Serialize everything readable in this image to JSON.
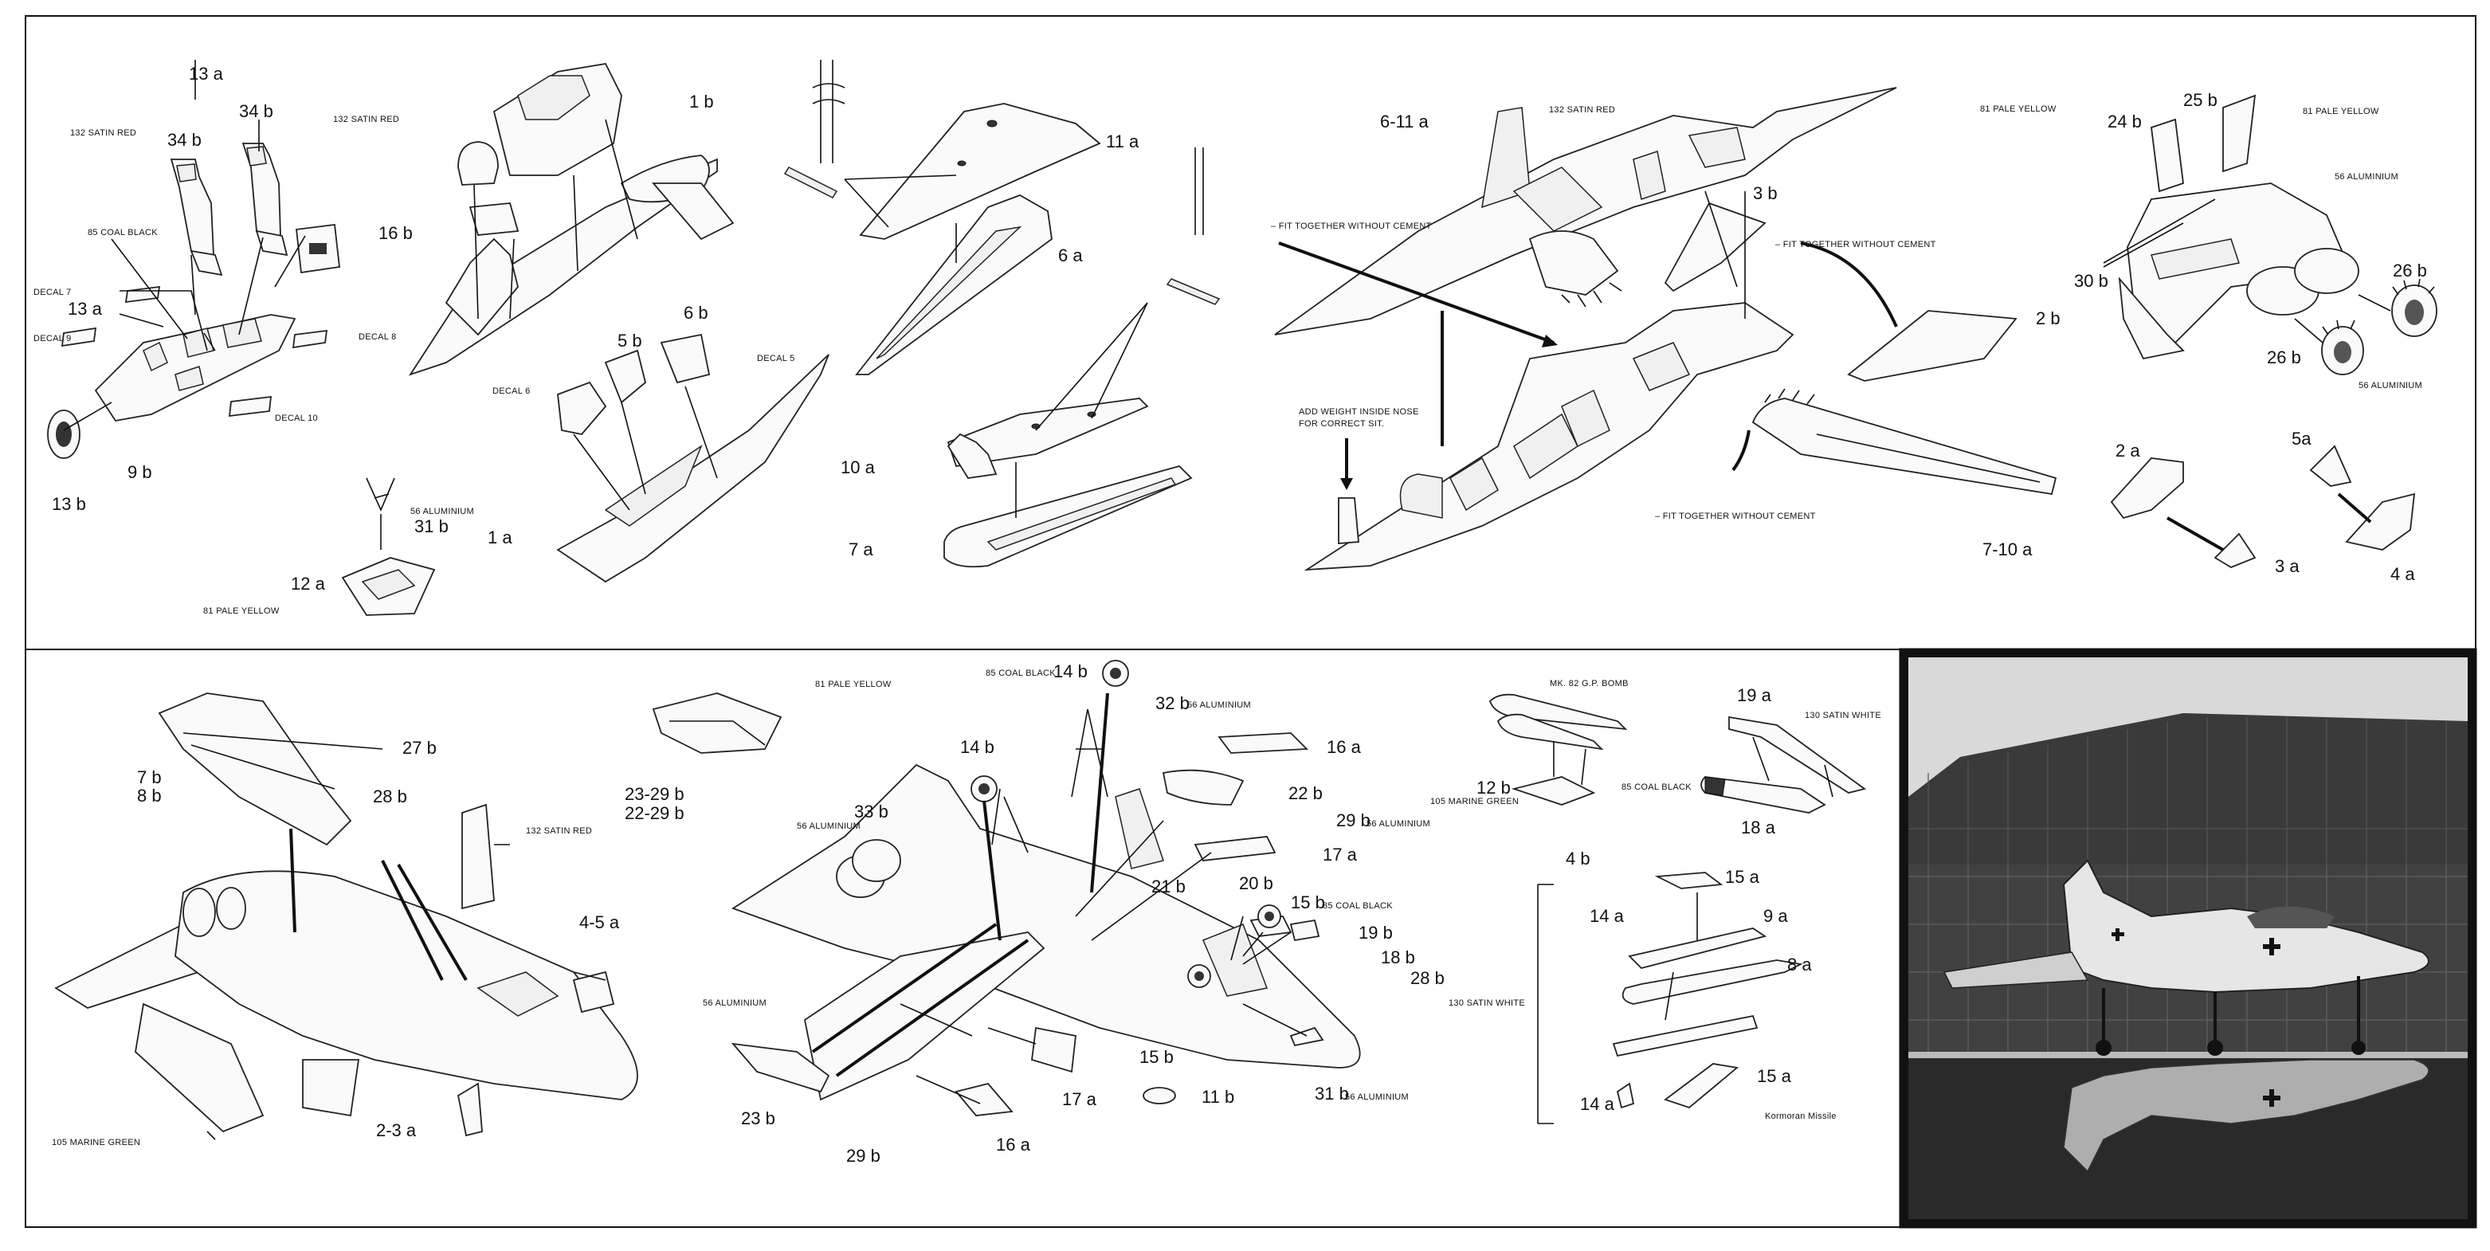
{
  "top_left": {
    "part_13a_top": "13 a",
    "paint_34b": "132 SATIN RED",
    "paint_34b_left": "132 SATIN RED",
    "part_34b_left": "34 b",
    "part_34b_right": "34 b",
    "coal_black": "85 COAL BLACK",
    "part_16b": "16 b",
    "decal_7": "DECAL 7",
    "part_13a_mid": "13 a",
    "decal_9": "DECAL 9",
    "decal_8": "DECAL 8",
    "decal_10": "DECAL 10",
    "part_9b": "9 b",
    "part_13b": "13 b",
    "aluminium_31b": "56 ALUMINIUM",
    "part_31b": "31 b",
    "part_12a": "12 a",
    "pale_yellow_12a": "81 PALE YELLOW"
  },
  "fuselage_left": {
    "part_1b": "1 b",
    "part_5b": "5 b",
    "part_6b": "6 b",
    "decal_5": "DECAL 5",
    "decal_6": "DECAL 6",
    "part_1a": "1 a"
  },
  "wing_sweep": {
    "part_11a": "11 a",
    "part_6a": "6 a",
    "part_10a": "10 a",
    "part_7a": "7 a"
  },
  "main_assembly": {
    "part_6_11a": "6-11 a",
    "satin_red": "132 SATIN RED",
    "pale_yellow": "81 PALE YELLOW",
    "fit_left": "– FIT TOGETHER WITHOUT CEMENT",
    "fit_right": "– FIT TOGETHER WITHOUT CEMENT",
    "fit_bottom": "– FIT TOGETHER WITHOUT CEMENT",
    "part_3b": "3 b",
    "part_2b": "2 b",
    "weight_note_1": "ADD WEIGHT INSIDE NOSE",
    "weight_note_2": "FOR CORRECT SIT.",
    "part_7_10a": "7-10 a"
  },
  "rear_right": {
    "part_25b": "25 b",
    "part_24b": "24 b",
    "pale_yellow": "81 PALE YELLOW",
    "aluminium_top": "56 ALUMINIUM",
    "part_30b": "30 b",
    "part_26b_right": "26 b",
    "part_26b_left": "26 b",
    "aluminium_bottom": "56 ALUMINIUM",
    "part_2a": "2 a",
    "part_5a": "5a",
    "part_3a": "3 a",
    "part_4a": "4 a"
  },
  "bottom_left": {
    "part_27b": "27 b",
    "part_7b": "7 b",
    "part_8b": "8 b",
    "part_28b": "28 b",
    "satin_red": "132 SATIN RED",
    "part_4_5a": "4-5 a",
    "part_2_3a": "2-3 a",
    "marine_green": "105 MARINE GREEN"
  },
  "bottom_mid": {
    "pale_yellow": "81 PALE YELLOW",
    "part_23_29b": "23-29 b",
    "part_22_29b": "22-29 b",
    "coal_black_14b": "85 COAL BLACK",
    "part_14b_top": "14 b",
    "part_32b": "32 b",
    "aluminium_32b": "56 ALUMINIUM",
    "part_16a_top": "16 a",
    "part_14b_mid": "14 b",
    "part_22b": "22 b",
    "part_33b": "33 b",
    "aluminium_33b": "56 ALUMINIUM",
    "part_29b": "29 b",
    "aluminium_29b": "56 ALUMINIUM",
    "part_17a_top": "17 a",
    "part_21b": "21 b",
    "part_20b": "20 b",
    "part_15b_top": "15 b",
    "coal_black_15b": "85 COAL BLACK",
    "part_19b": "19 b",
    "part_18b": "18 b",
    "part_28b": "28 b",
    "aluminium_left": "56 ALUMINIUM",
    "part_15b_bottom": "15 b",
    "part_31b": "31 b",
    "aluminium_31b": "56 ALUMINIUM",
    "part_11b": "11 b",
    "part_23b": "23 b",
    "part_17a_bottom": "17 a",
    "part_29b_bottom": "29 b",
    "part_16a_bottom": "16 a"
  },
  "weapons": {
    "bomb_label": "MK. 82 G.P. BOMB",
    "part_12b": "12 b",
    "marine_green": "105 MARINE GREEN",
    "part_4b": "4 b",
    "part_19a": "19 a",
    "satin_white_top": "130 SATIN WHITE",
    "coal_black": "85 COAL BLACK",
    "part_18a": "18 a",
    "part_15a_top": "15 a",
    "part_14a_top": "14 a",
    "part_9a": "9 a",
    "satin_white_left": "130 SATIN WHITE",
    "part_8a": "8 a",
    "part_14a_bottom": "14 a",
    "part_15a_bottom": "15 a",
    "kormoran": "Kormoran Missile"
  }
}
